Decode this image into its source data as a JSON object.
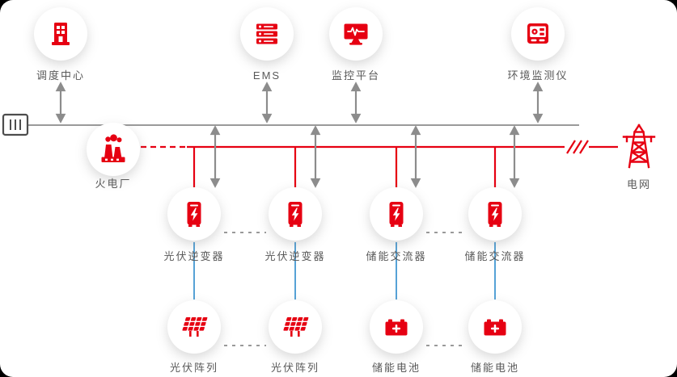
{
  "diagram": {
    "title": "power-plant-microgrid-topology",
    "top_nodes": [
      {
        "id": "dispatch-center",
        "label": "调度中心",
        "icon": "building-icon"
      },
      {
        "id": "ems",
        "label": "EMS",
        "icon": "server-stack-icon"
      },
      {
        "id": "monitor-platform",
        "label": "监控平台",
        "icon": "monitor-pulse-icon"
      },
      {
        "id": "env-monitor",
        "label": "环境监测仪",
        "icon": "instrument-icon"
      }
    ],
    "plant": {
      "id": "thermal-plant",
      "label": "火电厂",
      "icon": "power-plant-icon"
    },
    "grid": {
      "id": "power-grid",
      "label": "电网",
      "icon": "transmission-tower-icon"
    },
    "meter": {
      "id": "gateway-meter",
      "icon": "meter-icon"
    },
    "mid_nodes": [
      {
        "id": "pv-inverter-1",
        "label": "光伏逆变器",
        "icon": "inverter-bolt-icon"
      },
      {
        "id": "pv-inverter-2",
        "label": "光伏逆变器",
        "icon": "inverter-bolt-icon"
      },
      {
        "id": "storage-converter-1",
        "label": "储能交流器",
        "icon": "inverter-bolt-icon"
      },
      {
        "id": "storage-converter-2",
        "label": "储能交流器",
        "icon": "inverter-bolt-icon"
      }
    ],
    "bottom_nodes": [
      {
        "id": "pv-array-1",
        "label": "光伏阵列",
        "icon": "solar-panel-icon"
      },
      {
        "id": "pv-array-2",
        "label": "光伏阵列",
        "icon": "solar-panel-icon"
      },
      {
        "id": "storage-battery-1",
        "label": "储能电池",
        "icon": "battery-icon"
      },
      {
        "id": "storage-battery-2",
        "label": "储能电池",
        "icon": "battery-icon"
      }
    ],
    "colors": {
      "accent_red": "#e60012",
      "bus_gray": "#9a9a9a",
      "arrow_gray": "#8c8c8c",
      "link_blue": "#56a2d6",
      "label_text": "#595959"
    }
  }
}
